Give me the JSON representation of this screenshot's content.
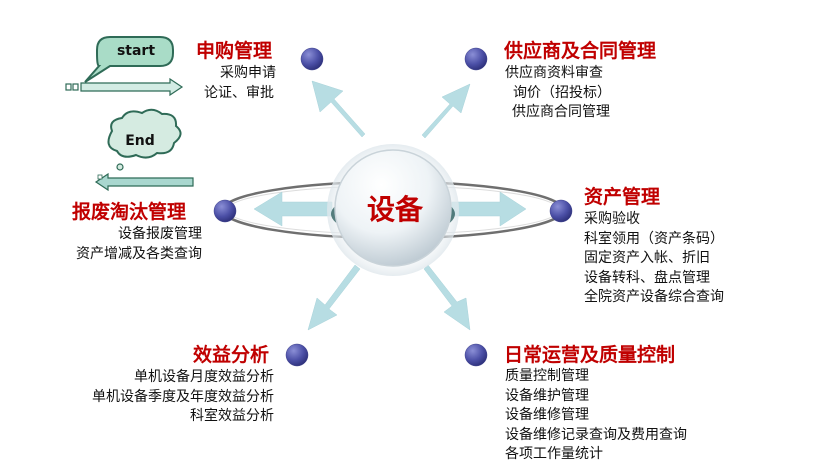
{
  "colors": {
    "title": "#c00000",
    "text": "#111111",
    "node": "#4b4fa6",
    "arrow": "#b7dde3",
    "bubble": "#a9dcc7",
    "cloud": "#d5ebe1"
  },
  "center": {
    "label": "设备"
  },
  "start_bubble": {
    "label": "start"
  },
  "end_cloud": {
    "label": "End"
  },
  "nodes": {
    "purchase": {
      "title": "申购管理",
      "items": [
        "采购申请",
        "论证、审批"
      ]
    },
    "supplier": {
      "title": "供应商及合同管理",
      "items": [
        "供应商资料审查",
        "询价（招投标）",
        "供应商合同管理"
      ]
    },
    "asset": {
      "title": "资产管理",
      "items": [
        "采购验收",
        "科室领用（资产条码）",
        "固定资产入帐、折旧",
        "设备转科、盘点管理",
        "全院资产设备综合查询"
      ]
    },
    "scrap": {
      "title": "报废淘汰管理",
      "items": [
        "设备报废管理",
        "资产增减及各类查询"
      ]
    },
    "benefit": {
      "title": "效益分析",
      "items": [
        "单机设备月度效益分析",
        "单机设备季度及年度效益分析",
        "科室效益分析"
      ]
    },
    "operation": {
      "title": "日常运营及质量控制",
      "items": [
        "质量控制管理",
        "设备维护管理",
        "设备维修管理",
        "设备维修记录查询及费用查询",
        "各项工作量统计"
      ]
    }
  }
}
